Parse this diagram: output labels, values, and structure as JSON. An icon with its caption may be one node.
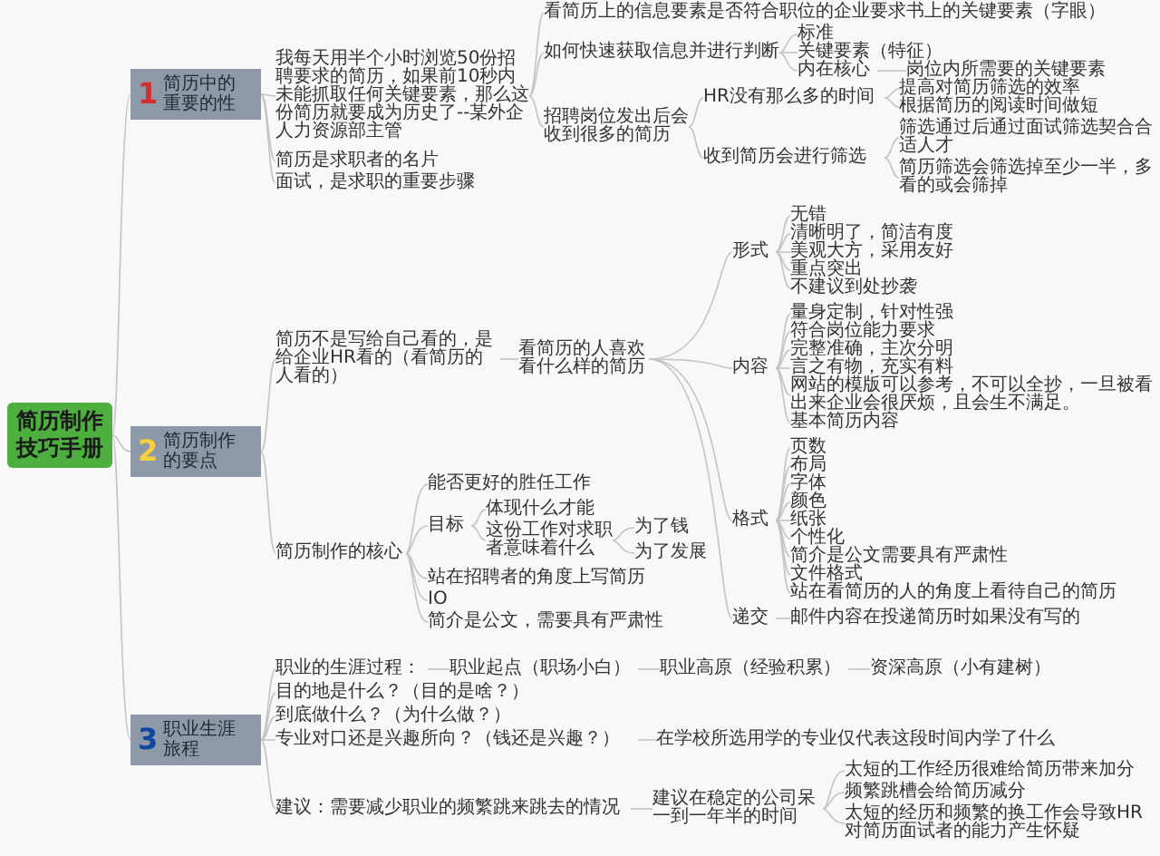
{
  "diagram": {
    "nodes": [
      {
        "text": [
          "简历制作技巧手册"
        ]
      },
      {
        "text": [
          "1",
          "简历中的重要的性"
        ]
      },
      {
        "text": [
          "我每天用半个小时浏览50份招聘要求的简历，如果前10秒内未能抓取任何关键要素，那么这份简历就要成为历史了--某外企人力资源部主管"
        ]
      },
      {
        "text": [
          "看简历上的信息要素是否符合职位的企业要求书上的关键要素（字眼）"
        ]
      },
      {
        "text": [
          "如何快速获取信息并进行判断"
        ]
      },
      {
        "text": [
          "标准"
        ]
      },
      {
        "text": [
          "关键要素（特征）"
        ]
      },
      {
        "text": [
          "内在核心"
        ]
      },
      {
        "text": [
          "岗位内所需要的关键要素"
        ]
      },
      {
        "text": [
          "招聘岗位发出后会收到很多的简历"
        ]
      },
      {
        "text": [
          "HR没有那么多的时间"
        ]
      },
      {
        "text": [
          "提高对简历筛选的效率"
        ]
      },
      {
        "text": [
          "根据简历的阅读时间做短"
        ]
      },
      {
        "text": [
          "收到简历会进行筛选"
        ]
      },
      {
        "text": [
          "筛选通过后通过面试筛选契合合适人才"
        ]
      },
      {
        "text": [
          "简历筛选会筛选掉至少一半，多看的或会筛掉"
        ]
      },
      {
        "text": [
          "简历是求职者的名片"
        ]
      },
      {
        "text": [
          "面试，是求职的重要步骤"
        ]
      },
      {
        "text": [
          "2",
          "简历制作的要点"
        ]
      },
      {
        "text": [
          "简历不是写给自己看的，是给企业HR看的（看简历的人看的）"
        ]
      },
      {
        "text": [
          "看简历的人喜欢看什么样的简历"
        ]
      },
      {
        "text": [
          "形式"
        ]
      },
      {
        "text": [
          "无错"
        ]
      },
      {
        "text": [
          "清晰明了，简洁有度"
        ]
      },
      {
        "text": [
          "美观大方，采用友好"
        ]
      },
      {
        "text": [
          "重点突出"
        ]
      },
      {
        "text": [
          "不建议到处抄袭"
        ]
      },
      {
        "text": [
          "内容"
        ]
      },
      {
        "text": [
          "量身定制，针对性强"
        ]
      },
      {
        "text": [
          "符合岗位能力要求"
        ]
      },
      {
        "text": [
          "完整准确，主次分明"
        ]
      },
      {
        "text": [
          "言之有物，充实有料"
        ]
      },
      {
        "text": [
          "网站的模版可以参考，不可以全抄，一旦被看出来企业会很厌烦，且会生不满足。"
        ]
      },
      {
        "text": [
          "基本简历内容"
        ]
      },
      {
        "text": [
          "格式"
        ]
      },
      {
        "text": [
          "页数"
        ]
      },
      {
        "text": [
          "布局"
        ]
      },
      {
        "text": [
          "字体"
        ]
      },
      {
        "text": [
          "颜色"
        ]
      },
      {
        "text": [
          "纸张"
        ]
      },
      {
        "text": [
          "个性化"
        ]
      },
      {
        "text": [
          "简介是公文需要具有严肃性"
        ]
      },
      {
        "text": [
          "文件格式"
        ]
      },
      {
        "text": [
          "站在看简历的人的角度上看待自己的简历"
        ]
      },
      {
        "text": [
          "递交"
        ]
      },
      {
        "text": [
          "邮件内容在投递简历时如果没有写的"
        ]
      },
      {
        "text": [
          "简历制作的核心"
        ]
      },
      {
        "text": [
          "能否更好的胜任工作"
        ]
      },
      {
        "text": [
          "目标"
        ]
      },
      {
        "text": [
          "体现什么才能"
        ]
      },
      {
        "text": [
          "这份工作对求职者意味着什么"
        ]
      },
      {
        "text": [
          "为了钱"
        ]
      },
      {
        "text": [
          "为了发展"
        ]
      },
      {
        "text": [
          "站在招聘者的角度上写简历"
        ]
      },
      {
        "text": [
          "IO"
        ]
      },
      {
        "text": [
          "简介是公文，需要具有严肃性"
        ]
      },
      {
        "text": [
          "3",
          "职业生涯旅程"
        ]
      },
      {
        "text": [
          "职业的生涯过程："
        ]
      },
      {
        "text": [
          "职业起点（职场小白）"
        ]
      },
      {
        "text": [
          "职业高原（经验积累）"
        ]
      },
      {
        "text": [
          "资深高原（小有建树）"
        ]
      },
      {
        "text": [
          "目的地是什么？（目的是啥？）"
        ]
      },
      {
        "text": [
          "到底做什么？（为什么做？）"
        ]
      },
      {
        "text": [
          "专业对口还是兴趣所向？（钱还是兴趣？）"
        ]
      },
      {
        "text": [
          "在学校所选用学的专业仅代表这段时间内学了什么"
        ]
      },
      {
        "text": [
          "建议：需要减少职业的频繁跳来跳去的情况"
        ]
      },
      {
        "text": [
          "建议在稳定的公司呆一到一年半的时间"
        ]
      },
      {
        "text": [
          "太短的工作经历很难给简历带来加分"
        ]
      },
      {
        "text": [
          "频繁跳槽会给简历减分"
        ]
      },
      {
        "text": [
          "太短的经历和频繁的换工作会导致HR对简历面试者的能力产生怀疑"
        ]
      }
    ],
    "edges": [
      {
        "from": 0,
        "to": 1,
        "arrow": "none"
      },
      {
        "from": 0,
        "to": 18,
        "arrow": "none"
      },
      {
        "from": 0,
        "to": 56,
        "arrow": "none"
      },
      {
        "from": 1,
        "to": 2,
        "arrow": "none"
      },
      {
        "from": 1,
        "to": 16,
        "arrow": "none"
      },
      {
        "from": 1,
        "to": 17,
        "arrow": "none"
      },
      {
        "from": 2,
        "to": 3,
        "arrow": "none"
      },
      {
        "from": 2,
        "to": 4,
        "arrow": "none"
      },
      {
        "from": 2,
        "to": 9,
        "arrow": "none"
      },
      {
        "from": 4,
        "to": 5,
        "arrow": "none"
      },
      {
        "from": 4,
        "to": 6,
        "arrow": "none"
      },
      {
        "from": 4,
        "to": 7,
        "arrow": "none"
      },
      {
        "from": 7,
        "to": 8,
        "arrow": "none"
      },
      {
        "from": 9,
        "to": 10,
        "arrow": "none"
      },
      {
        "from": 9,
        "to": 13,
        "arrow": "none"
      },
      {
        "from": 10,
        "to": 11,
        "arrow": "none"
      },
      {
        "from": 10,
        "to": 12,
        "arrow": "none"
      },
      {
        "from": 13,
        "to": 14,
        "arrow": "none"
      },
      {
        "from": 13,
        "to": 15,
        "arrow": "none"
      },
      {
        "from": 18,
        "to": 19,
        "arrow": "none"
      },
      {
        "from": 18,
        "to": 46,
        "arrow": "none"
      },
      {
        "from": 19,
        "to": 20,
        "arrow": "none"
      },
      {
        "from": 20,
        "to": 21,
        "arrow": "none"
      },
      {
        "from": 20,
        "to": 27,
        "arrow": "none"
      },
      {
        "from": 20,
        "to": 34,
        "arrow": "none"
      },
      {
        "from": 20,
        "to": 44,
        "arrow": "none"
      },
      {
        "from": 21,
        "to": 22,
        "arrow": "none"
      },
      {
        "from": 21,
        "to": 23,
        "arrow": "none"
      },
      {
        "from": 21,
        "to": 24,
        "arrow": "none"
      },
      {
        "from": 21,
        "to": 25,
        "arrow": "none"
      },
      {
        "from": 21,
        "to": 26,
        "arrow": "none"
      },
      {
        "from": 27,
        "to": 28,
        "arrow": "none"
      },
      {
        "from": 27,
        "to": 29,
        "arrow": "none"
      },
      {
        "from": 27,
        "to": 30,
        "arrow": "none"
      },
      {
        "from": 27,
        "to": 31,
        "arrow": "none"
      },
      {
        "from": 27,
        "to": 32,
        "arrow": "none"
      },
      {
        "from": 27,
        "to": 33,
        "arrow": "none"
      },
      {
        "from": 34,
        "to": 35,
        "arrow": "none"
      },
      {
        "from": 34,
        "to": 36,
        "arrow": "none"
      },
      {
        "from": 34,
        "to": 37,
        "arrow": "none"
      },
      {
        "from": 34,
        "to": 38,
        "arrow": "none"
      },
      {
        "from": 34,
        "to": 39,
        "arrow": "none"
      },
      {
        "from": 34,
        "to": 40,
        "arrow": "none"
      },
      {
        "from": 34,
        "to": 41,
        "arrow": "none"
      },
      {
        "from": 34,
        "to": 42,
        "arrow": "none"
      },
      {
        "from": 34,
        "to": 43,
        "arrow": "none"
      },
      {
        "from": 44,
        "to": 45,
        "arrow": "none"
      },
      {
        "from": 46,
        "to": 47,
        "arrow": "none"
      },
      {
        "from": 46,
        "to": 48,
        "arrow": "none"
      },
      {
        "from": 46,
        "to": 53,
        "arrow": "none"
      },
      {
        "from": 46,
        "to": 54,
        "arrow": "none"
      },
      {
        "from": 46,
        "to": 55,
        "arrow": "none"
      },
      {
        "from": 48,
        "to": 49,
        "arrow": "none"
      },
      {
        "from": 48,
        "to": 50,
        "arrow": "none"
      },
      {
        "from": 50,
        "to": 51,
        "arrow": "none"
      },
      {
        "from": 50,
        "to": 52,
        "arrow": "none"
      },
      {
        "from": 56,
        "to": 57,
        "arrow": "none"
      },
      {
        "from": 56,
        "to": 61,
        "arrow": "none"
      },
      {
        "from": 56,
        "to": 62,
        "arrow": "none"
      },
      {
        "from": 56,
        "to": 63,
        "arrow": "none"
      },
      {
        "from": 56,
        "to": 65,
        "arrow": "none"
      },
      {
        "from": 57,
        "to": 58,
        "arrow": "none"
      },
      {
        "from": 58,
        "to": 59,
        "arrow": "none"
      },
      {
        "from": 59,
        "to": 60,
        "arrow": "none"
      },
      {
        "from": 63,
        "to": 64,
        "arrow": "none"
      },
      {
        "from": 65,
        "to": 66,
        "arrow": "none"
      },
      {
        "from": 66,
        "to": 67,
        "arrow": "none"
      },
      {
        "from": 66,
        "to": 68,
        "arrow": "none"
      },
      {
        "from": 66,
        "to": 69,
        "arrow": "none"
      }
    ]
  }
}
